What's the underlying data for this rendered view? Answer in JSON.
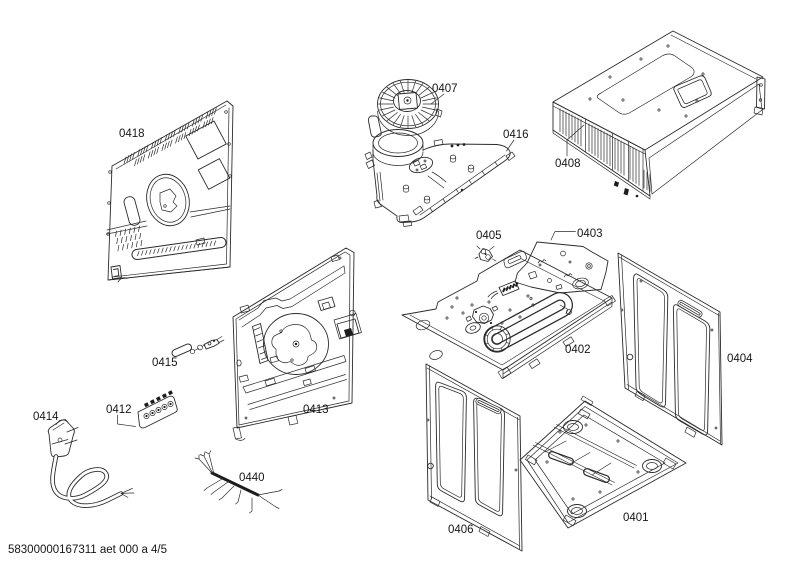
{
  "document": {
    "kind": "exploded-parts-diagram",
    "footer_code": "58300000167311 aet 000 a 4/5"
  },
  "colors": {
    "background": "#ffffff",
    "line": "#2b2b2b",
    "text": "#161616"
  },
  "parts": {
    "p0401": {
      "label": "0401"
    },
    "p0402": {
      "label": "0402"
    },
    "p0403": {
      "label": "0403"
    },
    "p0404": {
      "label": "0404"
    },
    "p0405": {
      "label": "0405"
    },
    "p0406": {
      "label": "0406"
    },
    "p0407": {
      "label": "0407"
    },
    "p0408": {
      "label": "0408"
    },
    "p0412": {
      "label": "0412"
    },
    "p0413": {
      "label": "0413"
    },
    "p0414": {
      "label": "0414"
    },
    "p0415": {
      "label": "0415"
    },
    "p0416": {
      "label": "0416"
    },
    "p0418": {
      "label": "0418"
    },
    "p0440": {
      "label": "0440"
    }
  }
}
